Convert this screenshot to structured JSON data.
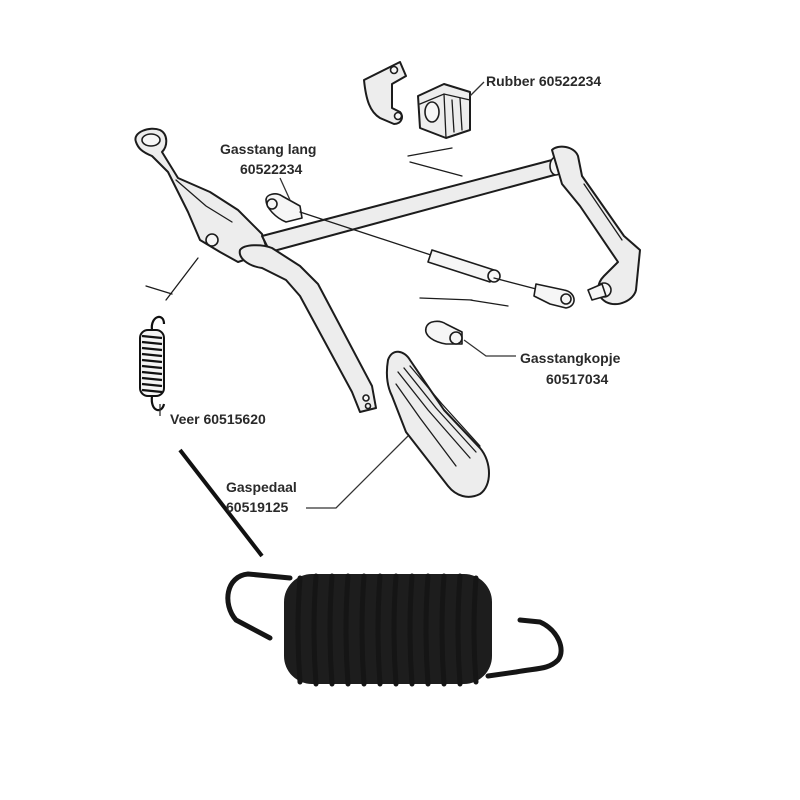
{
  "labels": {
    "rubber": "Rubber 60522234",
    "gasstang_line1": "Gasstang lang",
    "gasstang_line2": "60522234",
    "kopje_line1": "Gasstangkopje",
    "kopje_line2": "60517034",
    "veer": "Veer 60515620",
    "gaspedaal_line1": "Gaspedaal",
    "gaspedaal_line2": "60519125"
  },
  "colors": {
    "ink": "#1c1c1c",
    "label": "#2a2a2a",
    "spring_photo": "#151515",
    "background": "#ffffff"
  }
}
